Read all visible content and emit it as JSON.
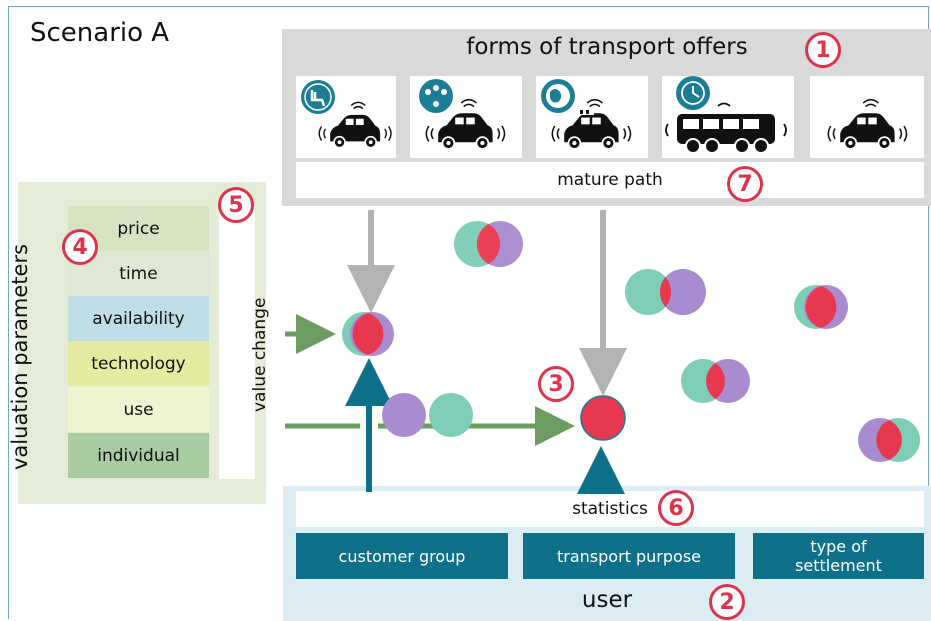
{
  "scenario_title": "Scenario A",
  "transport": {
    "title": "forms of transport offers",
    "badge": "1",
    "vehicles": [
      {
        "icon": "seat-icon",
        "vehicle": "small-autonomous-car"
      },
      {
        "icon": "people-sharing-icon",
        "vehicle": "autonomous-car"
      },
      {
        "icon": "globe-icon",
        "vehicle": "autonomous-taxi"
      },
      {
        "icon": "clock-icon",
        "vehicle": "autonomous-bus"
      },
      {
        "icon": "",
        "vehicle": "autonomous-car"
      }
    ],
    "mature_path": "mature path",
    "mature_badge": "7"
  },
  "valuation": {
    "label": "valuation parameters",
    "badge": "4",
    "params": [
      {
        "label": "price",
        "color": "#d6e3c3"
      },
      {
        "label": "time",
        "color": "#dfe8d2"
      },
      {
        "label": "availability",
        "color": "#bfdde6"
      },
      {
        "label": "technology",
        "color": "#e4ea9f"
      },
      {
        "label": "use",
        "color": "#eef4cf"
      },
      {
        "label": "individual",
        "color": "#a9cba3"
      }
    ],
    "value_change": "value change",
    "value_change_badge": "5"
  },
  "center_badge": "3",
  "user": {
    "statistics": "statistics",
    "statistics_badge": "6",
    "groups": [
      "customer group",
      "transport purpose",
      "type of\nsettlement"
    ],
    "title": "user",
    "badge": "2"
  },
  "colors": {
    "teal": "#7ecdb6",
    "purple": "#a98bcf",
    "red": "#e8384f",
    "green_arrow": "#6c9c5f",
    "blue_arrow": "#0e7189",
    "gray_arrow": "#b3b3b3"
  }
}
